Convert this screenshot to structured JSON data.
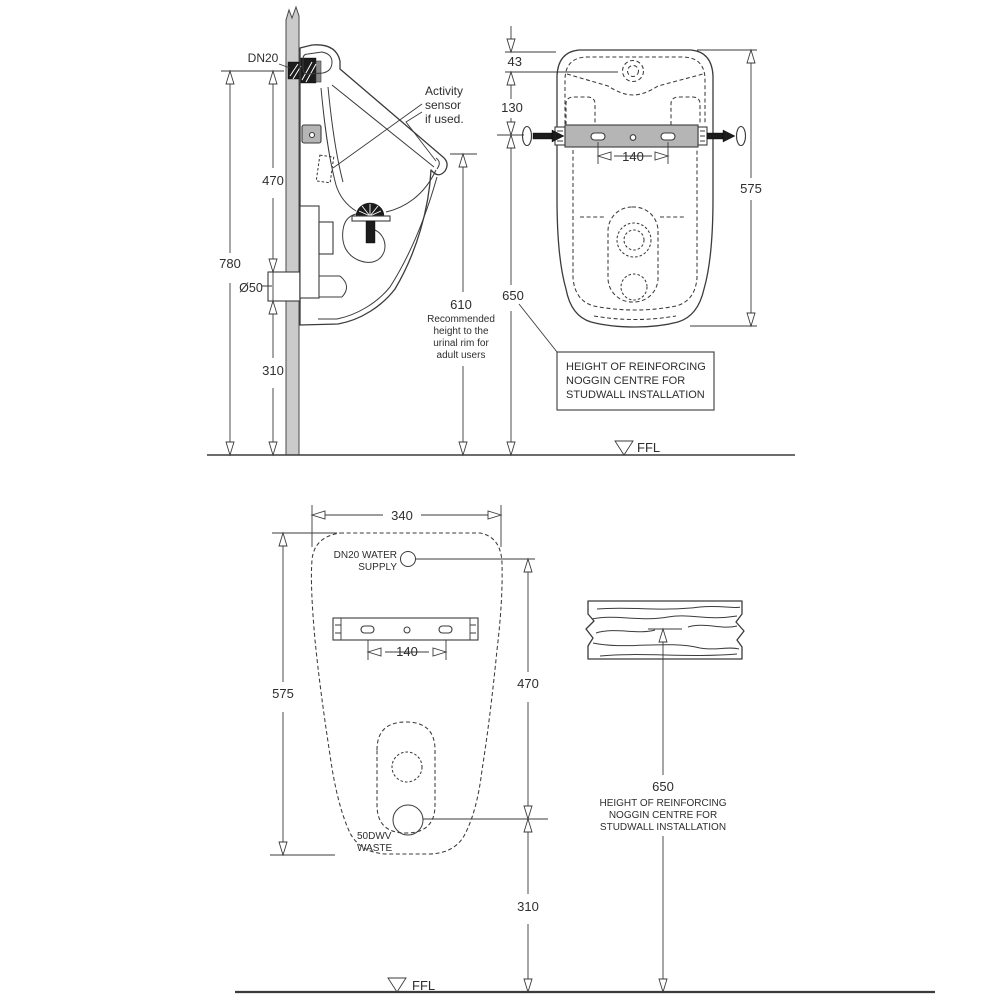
{
  "title": "Urinal installation dimension drawing",
  "colors": {
    "line": "#3b3b3b",
    "wall_fill": "#cbcbcb",
    "bracket_fill": "#b5b5b5",
    "fitting_black": "#1c1c1c",
    "background": "#ffffff"
  },
  "side_view": {
    "dn20_label": "DN20",
    "dim_780": "780",
    "dim_470": "470",
    "dim_310": "310",
    "waste_dia_label": "Ø50",
    "sensor_note": [
      "Activity",
      "sensor",
      "if used."
    ],
    "dim_610": "610",
    "rim_note": [
      "Recommended",
      "height to the",
      "urinal rim for",
      "adult users"
    ],
    "ffl_label": "FFL"
  },
  "rear_view": {
    "dim_43": "43",
    "dim_130": "130",
    "dim_140": "140",
    "dim_575": "575",
    "dim_650": "650",
    "noggin_note": [
      "HEIGHT OF REINFORCING",
      "NOGGIN CENTRE FOR",
      "STUDWALL INSTALLATION"
    ]
  },
  "template_view": {
    "dim_340": "340",
    "supply_note": [
      "DN20 WATER",
      "SUPPLY"
    ],
    "dim_140": "140",
    "dim_575": "575",
    "dim_470": "470",
    "dim_310": "310",
    "waste_note": [
      "50DWV",
      "WASTE"
    ],
    "ffl_label": "FFL"
  },
  "noggin_detail": {
    "dim_650": "650",
    "note": [
      "HEIGHT OF REINFORCING",
      "NOGGIN CENTRE FOR",
      "STUDWALL INSTALLATION"
    ]
  }
}
